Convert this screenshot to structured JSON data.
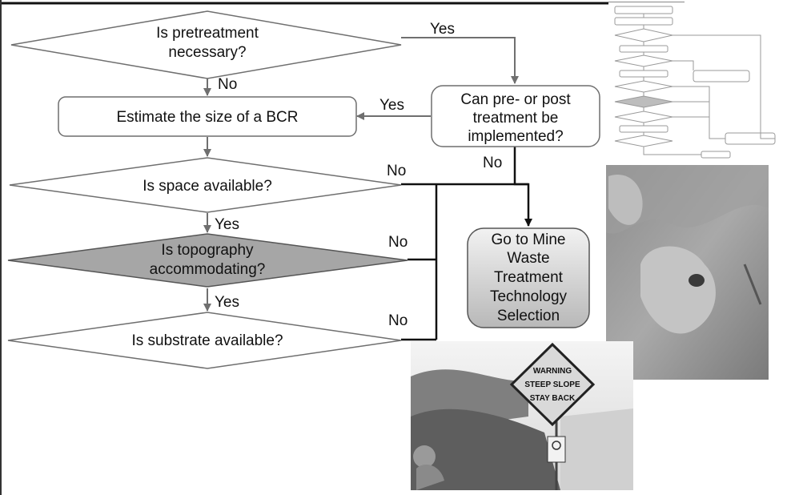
{
  "nodes": {
    "pretreatment": {
      "line1": "Is pretreatment",
      "line2": "necessary?"
    },
    "estimate_size": "Estimate the size of a BCR",
    "can_treat": {
      "line1": "Can pre- or post",
      "line2": "treatment be",
      "line3": "implemented?"
    },
    "space": "Is space available?",
    "topography": {
      "line1": "Is topography",
      "line2": "accommodating?"
    },
    "substrate": "Is substrate available?",
    "go_to": {
      "line1": "Go to Mine",
      "line2": "Waste",
      "line3": "Treatment",
      "line4": "Technology",
      "line5": "Selection"
    }
  },
  "edge_labels": {
    "pre_yes": "Yes",
    "pre_no": "No",
    "can_yes": "Yes",
    "can_no": "No",
    "space_no": "No",
    "space_yes": "Yes",
    "topo_no": "No",
    "topo_yes": "Yes",
    "substrate_no": "No"
  },
  "sign_text": {
    "line1": "WARNING",
    "line2": "STEEP SLOPE",
    "line3": "STAY BACK"
  },
  "colors": {
    "shape_fill": "#ffffff",
    "highlight_fill": "#a6a6a6",
    "terminal_fill_top": "#f2f2f2",
    "terminal_fill_bottom": "#b8b8b8",
    "line": "#6f6f6f",
    "bold_line": "#111111"
  }
}
